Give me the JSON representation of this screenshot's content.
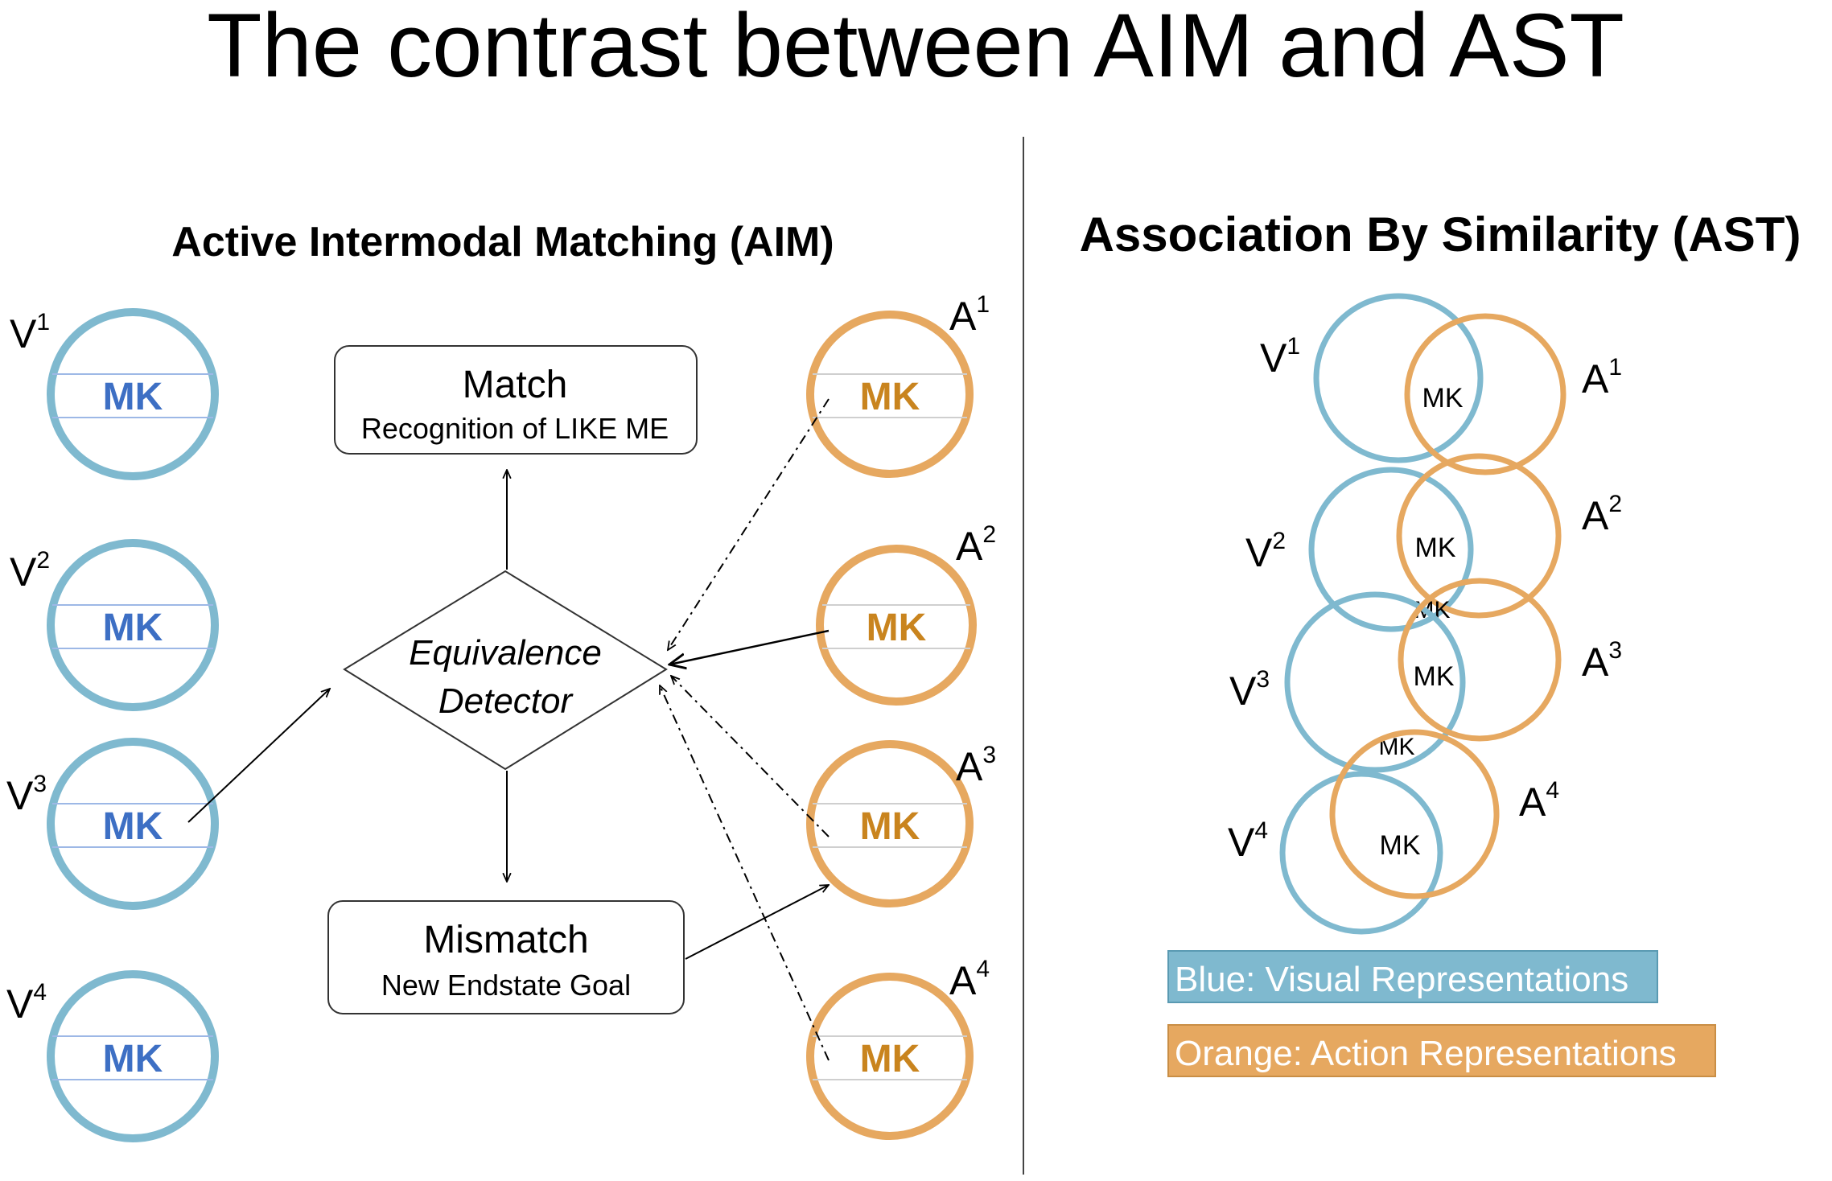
{
  "title": "The contrast between AIM and AST",
  "colors": {
    "blue": "#7FB9CF",
    "orange": "#E6A860",
    "mk_blue_text": "#3D6FC4",
    "mk_orange_text": "#C9841E",
    "legend_blue_bg": "#7FB9CF",
    "legend_orange_bg": "#E6A860"
  },
  "aim": {
    "heading": "Active Intermodal Matching (AIM)",
    "visual_circles": [
      {
        "label": "V",
        "sup": "1",
        "mk": "MK"
      },
      {
        "label": "V",
        "sup": "2",
        "mk": "MK"
      },
      {
        "label": "V",
        "sup": "3",
        "mk": "MK"
      },
      {
        "label": "V",
        "sup": "4",
        "mk": "MK"
      }
    ],
    "action_circles": [
      {
        "label": "A",
        "sup": "1",
        "mk": "MK"
      },
      {
        "label": "A",
        "sup": "2",
        "mk": "MK"
      },
      {
        "label": "A",
        "sup": "3",
        "mk": "MK"
      },
      {
        "label": "A",
        "sup": "4",
        "mk": "MK"
      }
    ],
    "match_box": {
      "title": "Match",
      "subtitle": "Recognition of LIKE ME"
    },
    "detector": {
      "line1": "Equivalence",
      "line2": "Detector"
    },
    "mismatch_box": {
      "title": "Mismatch",
      "subtitle": "New Endstate Goal"
    }
  },
  "ast": {
    "heading": "Association By Similarity (AST)",
    "pairs": [
      {
        "v_label": "V",
        "v_sup": "1",
        "a_label": "A",
        "a_sup": "1",
        "mk": "MK"
      },
      {
        "v_label": "V",
        "v_sup": "2",
        "a_label": "A",
        "a_sup": "2",
        "mk": "MK"
      },
      {
        "v_label": "V",
        "v_sup": "3",
        "a_label": "A",
        "a_sup": "3",
        "mk": "MK"
      },
      {
        "v_label": "V",
        "v_sup": "4",
        "a_label": "A",
        "a_sup": "4",
        "mk": "MK"
      }
    ],
    "between_mk": [
      "MK",
      "MK"
    ],
    "legend": {
      "blue": "Blue: Visual Representations",
      "orange": "Orange: Action Representations"
    }
  }
}
